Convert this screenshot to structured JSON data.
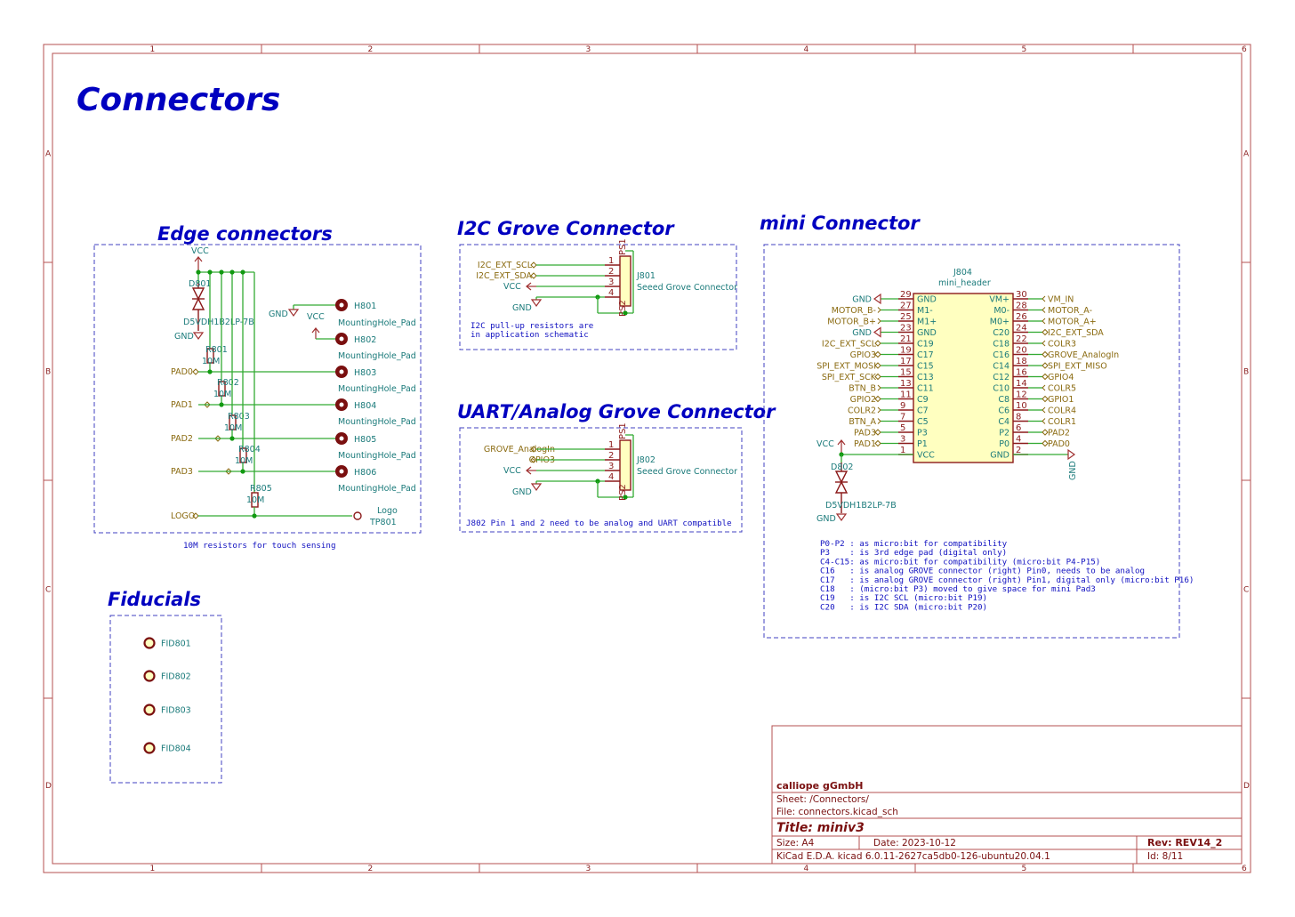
{
  "sheet": {
    "title": "Connectors",
    "col_labels": [
      "1",
      "2",
      "3",
      "4",
      "5",
      "6"
    ],
    "row_labels": [
      "A",
      "B",
      "C",
      "D"
    ]
  },
  "sections": {
    "edge": {
      "title": "Edge connectors",
      "note": "10M resistors for touch sensing"
    },
    "i2c": {
      "title": "I2C Grove Connector",
      "note_lines": [
        "I2C pull-up resistors are",
        "in application schematic"
      ]
    },
    "uart": {
      "title": "UART/Analog Grove Connector",
      "note": "J802 Pin 1 and 2 need to be analog and UART compatible"
    },
    "mini": {
      "title": "mini Connector"
    },
    "fiducials": {
      "title": "Fiducials"
    }
  },
  "edge": {
    "vcc": "VCC",
    "gnd": "GND",
    "diode_ref": "D801",
    "diode_value": "D5VDH1B2LP-7B",
    "pads": [
      {
        "net": "PAD0",
        "res_ref": "R801",
        "res_val": "10M",
        "hole": "H803"
      },
      {
        "net": "PAD1",
        "res_ref": "R802",
        "res_val": "10M",
        "hole": "H804"
      },
      {
        "net": "PAD2",
        "res_ref": "R803",
        "res_val": "10M",
        "hole": "H805"
      },
      {
        "net": "PAD3",
        "res_ref": "R804",
        "res_val": "10M",
        "hole": "H806"
      }
    ],
    "logo": {
      "net": "LOGO",
      "res_ref": "R805",
      "res_val": "10M",
      "tp_value": "Logo",
      "tp_ref": "TP801"
    },
    "hole_value": "MountingHole_Pad",
    "h801": "H801",
    "h802": "H802",
    "h801_gnd": "GND",
    "h802_vcc": "VCC"
  },
  "j801": {
    "ref": "J801",
    "value": "Seeed Grove Connector",
    "nets": [
      "I2C_EXT_SCL",
      "I2C_EXT_SDA",
      "VCC",
      "GND"
    ],
    "pins": [
      "1",
      "2",
      "3",
      "4"
    ],
    "shield_top": "PS1",
    "shield_bot": "PS2"
  },
  "j802": {
    "ref": "J802",
    "value": "Seeed Grove Connector",
    "nets": [
      "GROVE_AnalogIn",
      "GPIO3",
      "VCC",
      "GND"
    ],
    "pins": [
      "1",
      "2",
      "3",
      "4"
    ],
    "shield_top": "PS1",
    "shield_bot": "PS2"
  },
  "j804": {
    "ref": "J804",
    "value": "mini_header",
    "left": [
      {
        "pin": "29",
        "name": "GND",
        "net": "GND",
        "type": "power"
      },
      {
        "pin": "27",
        "name": "M1-",
        "net": "MOTOR_B-",
        "type": "out"
      },
      {
        "pin": "25",
        "name": "M1+",
        "net": "MOTOR_B+",
        "type": "out"
      },
      {
        "pin": "23",
        "name": "GND",
        "net": "GND",
        "type": "power"
      },
      {
        "pin": "21",
        "name": "C19",
        "net": "I2C_EXT_SCL",
        "type": "bidir"
      },
      {
        "pin": "19",
        "name": "C17",
        "net": "GPIO3",
        "type": "bidir"
      },
      {
        "pin": "17",
        "name": "C15",
        "net": "SPI_EXT_MOSI",
        "type": "bidir"
      },
      {
        "pin": "15",
        "name": "C13",
        "net": "SPI_EXT_SCK",
        "type": "bidir"
      },
      {
        "pin": "13",
        "name": "C11",
        "net": "BTN_B",
        "type": "out"
      },
      {
        "pin": "11",
        "name": "C9",
        "net": "GPIO2",
        "type": "bidir"
      },
      {
        "pin": "9",
        "name": "C7",
        "net": "COLR2",
        "type": "out"
      },
      {
        "pin": "7",
        "name": "C5",
        "net": "BTN_A",
        "type": "out"
      },
      {
        "pin": "5",
        "name": "P3",
        "net": "PAD3",
        "type": "bidir"
      },
      {
        "pin": "3",
        "name": "P1",
        "net": "PAD1",
        "type": "bidir"
      },
      {
        "pin": "1",
        "name": "VCC",
        "net": "",
        "type": "none"
      }
    ],
    "right": [
      {
        "pin": "30",
        "name": "VM+",
        "net": "VM_IN",
        "type": "in"
      },
      {
        "pin": "28",
        "name": "M0-",
        "net": "MOTOR_A-",
        "type": "in"
      },
      {
        "pin": "26",
        "name": "M0+",
        "net": "MOTOR_A+",
        "type": "in"
      },
      {
        "pin": "24",
        "name": "C20",
        "net": "I2C_EXT_SDA",
        "type": "bidir"
      },
      {
        "pin": "22",
        "name": "C18",
        "net": "COLR3",
        "type": "in"
      },
      {
        "pin": "20",
        "name": "C16",
        "net": "GROVE_AnalogIn",
        "type": "bidir"
      },
      {
        "pin": "18",
        "name": "C14",
        "net": "SPI_EXT_MISO",
        "type": "bidir"
      },
      {
        "pin": "16",
        "name": "C12",
        "net": "GPIO4",
        "type": "bidir"
      },
      {
        "pin": "14",
        "name": "C10",
        "net": "COLR5",
        "type": "in"
      },
      {
        "pin": "12",
        "name": "C8",
        "net": "GPIO1",
        "type": "bidir"
      },
      {
        "pin": "10",
        "name": "C6",
        "net": "COLR4",
        "type": "in"
      },
      {
        "pin": "8",
        "name": "C4",
        "net": "COLR1",
        "type": "in"
      },
      {
        "pin": "6",
        "name": "P2",
        "net": "PAD2",
        "type": "bidir"
      },
      {
        "pin": "4",
        "name": "P0",
        "net": "PAD0",
        "type": "bidir"
      },
      {
        "pin": "2",
        "name": "GND",
        "net": "",
        "type": "none"
      }
    ],
    "gnd_rot": "GND",
    "vcc": "VCC",
    "gnd": "GND",
    "diode_ref": "D802",
    "diode_value": "D5VDH1B2LP-7B",
    "notes": [
      "P0-P2 : as micro:bit for compatibility",
      "P3    : is 3rd edge pad (digital only)",
      "C4-C15: as micro:bit for compatibility (micro:bit P4-P15)",
      "C16   : is analog GROVE connector (right) Pin0, needs to be analog",
      "C17   : is analog GROVE connector (right) Pin1, digital only (micro:bit P16)",
      "C18   : (micro:bit P3) moved to give space for mini Pad3",
      "C19   : is I2C SCL (micro:bit P19)",
      "C20   : is I2C SDA (micro:bit P20)"
    ]
  },
  "fiducials": [
    "FID801",
    "FID802",
    "FID803",
    "FID804"
  ],
  "title_block": {
    "company": "calliope gGmbH",
    "sheet": "Sheet: /Connectors/",
    "file": "File: connectors.kicad_sch",
    "title": "Title: miniv3",
    "size": "Size: A4",
    "date": "Date: 2023-10-12",
    "rev": "Rev: REV14_2",
    "tool": "KiCad E.D.A.  kicad 6.0.11-2627ca5db0-126-ubuntu20.04.1",
    "id": "Id: 8/11"
  },
  "colors": {
    "frame": "#b45050",
    "wire": "#33aa33",
    "text_blue": "#0000c0",
    "component": "#8b1a1a",
    "body_fill": "#ffffc0"
  }
}
